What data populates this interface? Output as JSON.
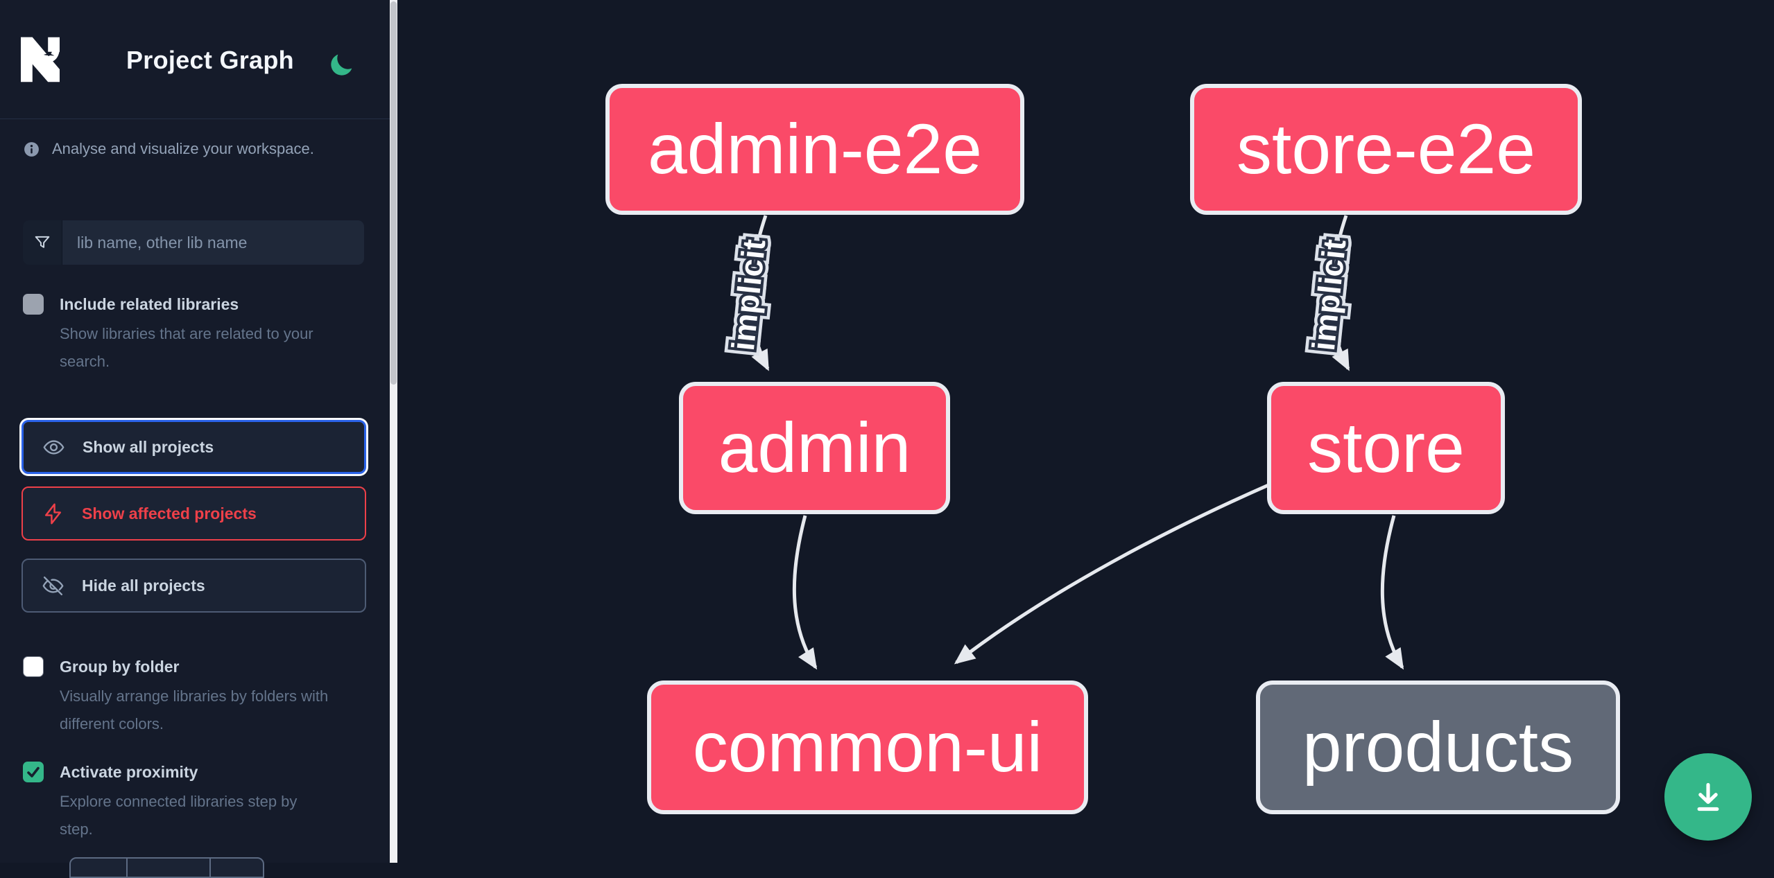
{
  "colors": {
    "accent_green": "#34b789",
    "node_affected_pink": "#fa4a68",
    "node_default_gray": "#616977",
    "affected_red": "#ee4049",
    "focus_blue": "#2a62e8",
    "edge_gray": "#e6e9ee"
  },
  "header": {
    "title": "Project Graph"
  },
  "sidebar": {
    "tagline": "Analyse and visualize your workspace.",
    "search": {
      "placeholder": "lib name, other lib name"
    },
    "include_related": {
      "label": "Include related libraries",
      "desc": "Show libraries that are related to your search.",
      "checked": false
    },
    "actions": {
      "show_all": {
        "label": "Show all projects"
      },
      "show_affected": {
        "label": "Show affected projects"
      },
      "hide_all": {
        "label": "Hide all projects"
      }
    },
    "group_by_folder": {
      "label": "Group by folder",
      "desc": "Visually arrange libraries by folders with different colors.",
      "checked": false
    },
    "activate_proximity": {
      "label": "Activate proximity",
      "desc": "Explore connected libraries step by step.",
      "checked": true
    }
  },
  "graph": {
    "nodes": [
      {
        "id": "admin-e2e",
        "label": "admin-e2e",
        "state": "affected"
      },
      {
        "id": "store-e2e",
        "label": "store-e2e",
        "state": "affected"
      },
      {
        "id": "admin",
        "label": "admin",
        "state": "affected"
      },
      {
        "id": "store",
        "label": "store",
        "state": "affected"
      },
      {
        "id": "common-ui",
        "label": "common-ui",
        "state": "affected"
      },
      {
        "id": "products",
        "label": "products",
        "state": "default"
      }
    ],
    "edges": [
      {
        "from": "admin-e2e",
        "to": "admin",
        "label": "implicit"
      },
      {
        "from": "store-e2e",
        "to": "store",
        "label": "implicit"
      },
      {
        "from": "admin",
        "to": "common-ui",
        "label": ""
      },
      {
        "from": "store",
        "to": "common-ui",
        "label": ""
      },
      {
        "from": "store",
        "to": "products",
        "label": ""
      }
    ]
  }
}
